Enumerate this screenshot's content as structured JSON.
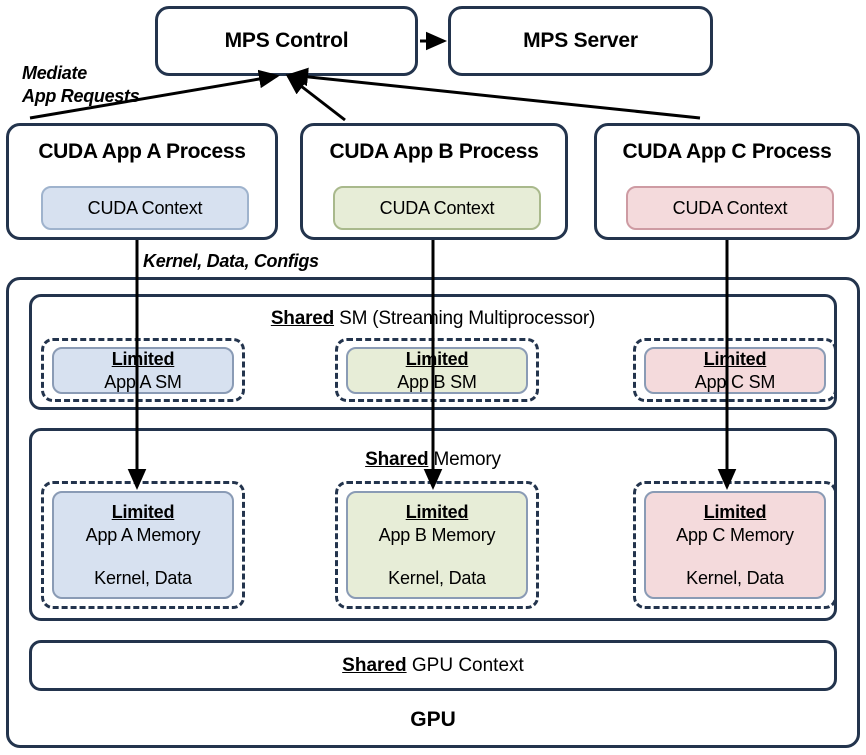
{
  "diagram": {
    "title": "NVIDIA MPS (Multi-Process Service) architecture",
    "colors": {
      "border": "#23344d",
      "app_a": "#d7e1f0",
      "app_b": "#e7edd7",
      "app_c": "#f4dadc",
      "background": "#ffffff"
    }
  },
  "top": {
    "mps_control": "MPS Control",
    "mps_server": "MPS Server"
  },
  "labels": {
    "mediate": "Mediate\nApp Requests",
    "kernel_data_configs": "Kernel, Data, Configs"
  },
  "processes": [
    {
      "title": "CUDA App A Process",
      "context": "CUDA Context",
      "color": "app_a"
    },
    {
      "title": "CUDA App B Process",
      "context": "CUDA Context",
      "color": "app_b"
    },
    {
      "title": "CUDA App C Process",
      "context": "CUDA Context",
      "color": "app_c"
    }
  ],
  "gpu": {
    "label": "GPU",
    "sm_section": {
      "shared_word": "Shared",
      "rest": " SM (Streaming Multiprocessor)",
      "units": [
        {
          "limited": "Limited",
          "name": "App A SM",
          "color": "app_a"
        },
        {
          "limited": "Limited",
          "name": "App B SM",
          "color": "app_b"
        },
        {
          "limited": "Limited",
          "name": "App C SM",
          "color": "app_c"
        }
      ]
    },
    "memory_section": {
      "shared_word": "Shared",
      "rest": " Memory",
      "units": [
        {
          "limited": "Limited",
          "name": "App A Memory",
          "detail": "Kernel, Data",
          "color": "app_a"
        },
        {
          "limited": "Limited",
          "name": "App B Memory",
          "detail": "Kernel, Data",
          "color": "app_b"
        },
        {
          "limited": "Limited",
          "name": "App C Memory",
          "detail": "Kernel, Data",
          "color": "app_c"
        }
      ]
    },
    "context_section": {
      "shared_word": "Shared",
      "rest": " GPU Context"
    }
  }
}
